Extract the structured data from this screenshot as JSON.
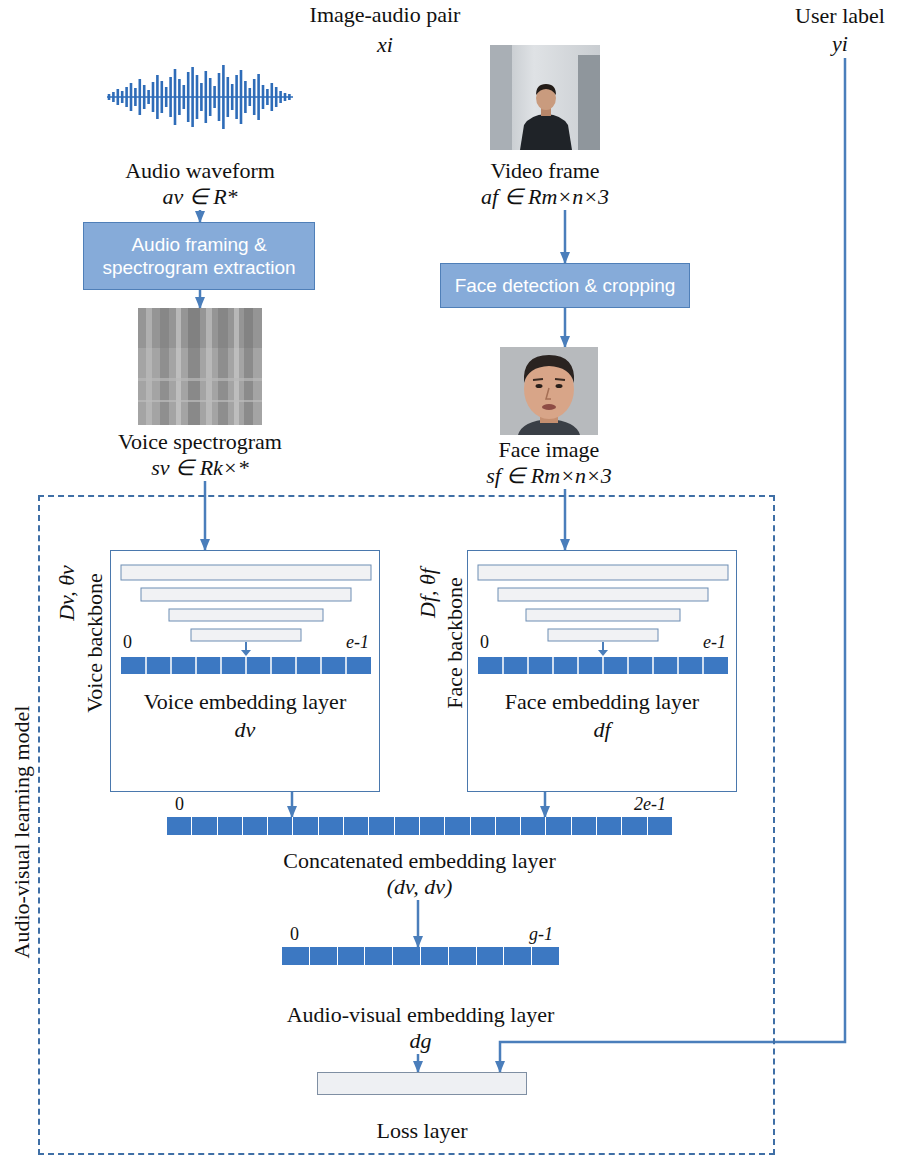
{
  "diagram": {
    "nodes": [
      {
        "text": [
          "Audio waveform",
          "av ∈ R*"
        ]
      },
      {
        "text": [
          "Video frame",
          "af ∈ Rm×n×3"
        ]
      },
      {
        "text": [
          "User label",
          "yi"
        ]
      },
      {
        "text": [
          "Audio framing & spectrogram extraction"
        ]
      },
      {
        "text": [
          "Face detection & cropping"
        ]
      },
      {
        "text": [
          "Voice spectrogram",
          "sv ∈ Rk×*"
        ]
      },
      {
        "text": [
          "Face image",
          "sf ∈ Rm×n×3"
        ]
      },
      {
        "text": [
          "Audio-visual learning model"
        ]
      },
      {
        "text": [
          "Voice backbone",
          "Dv, θv",
          "0",
          "e-1",
          "Voice embedding layer",
          "dv"
        ],
        "in": 7
      },
      {
        "text": [
          "Face backbone",
          "Df, θf",
          "0",
          "e-1",
          "Face embedding layer",
          "df"
        ],
        "in": 7
      },
      {
        "text": [
          "0",
          "2e-1",
          "Concatenated embedding layer",
          "(dv, dv)"
        ],
        "in": 7
      },
      {
        "text": [
          "0",
          "g-1",
          "Audio-visual embedding layer",
          "dg"
        ],
        "in": 7
      },
      {
        "text": [
          "Loss layer"
        ],
        "in": 7
      }
    ],
    "edges": [
      {
        "from": 0,
        "to": 3,
        "arrow": "to"
      },
      {
        "from": 3,
        "to": 5,
        "arrow": "to"
      },
      {
        "from": 1,
        "to": 4,
        "arrow": "to"
      },
      {
        "from": 4,
        "to": 6,
        "arrow": "to"
      },
      {
        "from": 5,
        "to": 8,
        "arrow": "to"
      },
      {
        "from": 6,
        "to": 9,
        "arrow": "to"
      },
      {
        "from": 8,
        "to": 10,
        "arrow": "to"
      },
      {
        "from": 9,
        "to": 10,
        "arrow": "to"
      },
      {
        "from": 10,
        "to": 11,
        "arrow": "to"
      },
      {
        "from": 11,
        "to": 12,
        "arrow": "to"
      },
      {
        "from": 2,
        "to": 12,
        "arrow": "to"
      }
    ],
    "labels": [
      "Image-audio pair",
      "xi"
    ]
  }
}
